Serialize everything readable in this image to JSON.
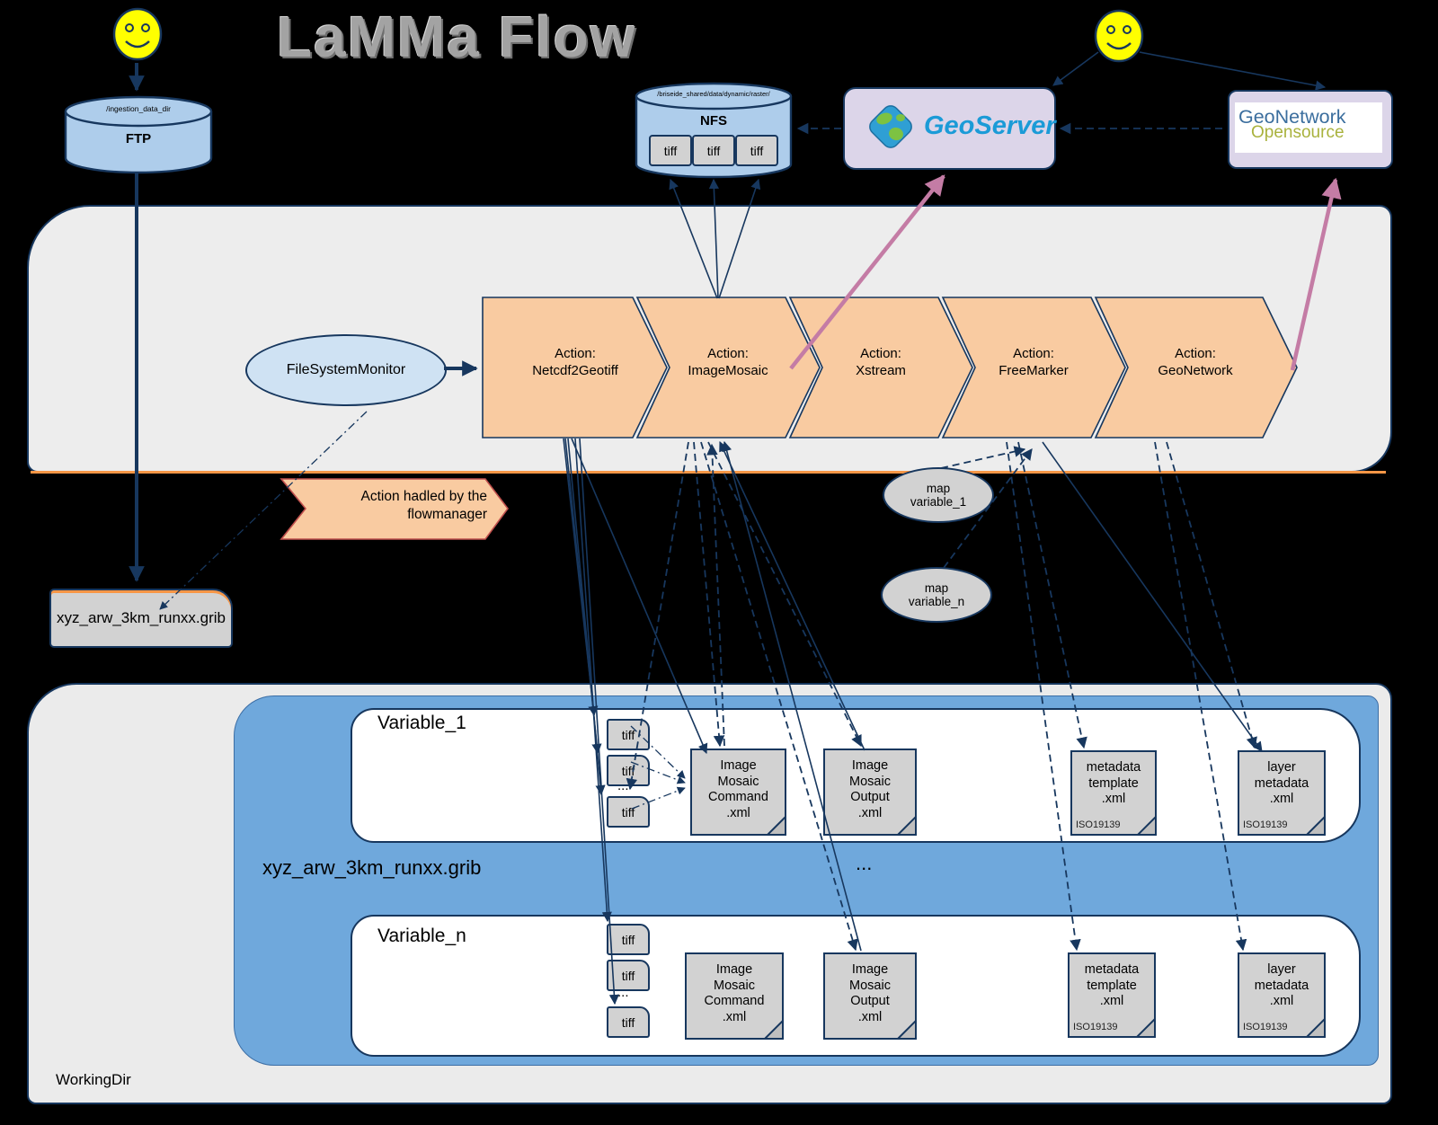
{
  "title": "LaMMa Flow",
  "colors": {
    "navy": "#17375E",
    "chevron_orange": "#F9CBA1",
    "pink_arrow": "#C47CA5",
    "blue_container": "#6FA8DC",
    "cylinder_blue": "#AECDEB",
    "lavender": "#DCD5E9",
    "gray_fill": "#D2D2D2",
    "orange_line": "#F79646"
  },
  "top": {
    "ftp": {
      "dir": "/ingestion_data_dir",
      "label": "FTP"
    },
    "nfs": {
      "dir": "/briseide_shared/data/dynamic/raster/",
      "label": "NFS",
      "files": [
        "tiff",
        "tiff",
        "tiff"
      ]
    },
    "geoserver": {
      "label": "GeoServer"
    },
    "geonetwork": {
      "line1": "GeoNetwork",
      "line2": "Opensource"
    }
  },
  "flow": {
    "monitor": "FileSystemMonitor",
    "actions": [
      "Action:\nNetcdf2Geotiff",
      "Action:\nImageMosaic",
      "Action:\nXstream",
      "Action:\nFreeMarker",
      "Action:\nGeoNetwork"
    ],
    "banner": "Action hadled by the\nflowmanager"
  },
  "grib_file": "xyz_arw_3km_runxx.grib",
  "maps": [
    "map\nvariable_1",
    "map\nvariable_n"
  ],
  "workingdir": {
    "label": "WorkingDir",
    "grib_label": "xyz_arw_3km_runxx.grib",
    "ellipsis": "...",
    "variables": [
      {
        "name": "Variable_1",
        "tiffs": [
          "tiff",
          "tiff",
          "tiff"
        ],
        "dots": "...",
        "docs": [
          {
            "text": "Image\nMosaic\nCommand\n.xml",
            "tag": ""
          },
          {
            "text": "Image\nMosaic\nOutput\n.xml",
            "tag": ""
          },
          {
            "text": "metadata\ntemplate\n.xml",
            "tag": "ISO19139"
          },
          {
            "text": "layer\nmetadata\n.xml",
            "tag": "ISO19139"
          }
        ]
      },
      {
        "name": "Variable_n",
        "tiffs": [
          "tiff",
          "tiff",
          "tiff"
        ],
        "dots": "...",
        "docs": [
          {
            "text": "Image\nMosaic\nCommand\n.xml",
            "tag": ""
          },
          {
            "text": "Image\nMosaic\nOutput\n.xml",
            "tag": ""
          },
          {
            "text": "metadata\ntemplate\n.xml",
            "tag": "ISO19139"
          },
          {
            "text": "layer\nmetadata\n.xml",
            "tag": "ISO19139"
          }
        ]
      }
    ]
  }
}
